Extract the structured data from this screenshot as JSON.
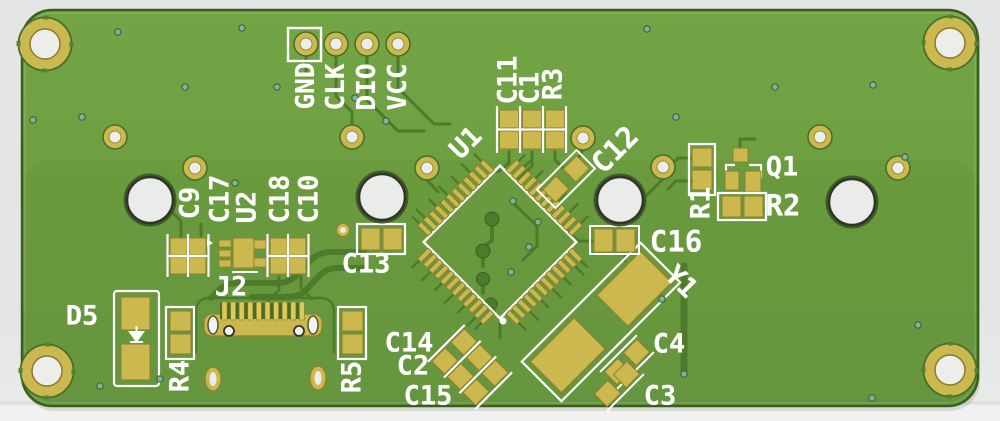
{
  "view": {
    "description": "3D render of a bare PCB, top view",
    "background_color": "#e4e6e5"
  },
  "board": {
    "solder_mask_color": "#6d9e40",
    "edge_color": "#46702a",
    "trace_color": "#4d7b2c",
    "pad_color": "#cbb84e",
    "silkscreen_color": "#ffffff",
    "via_color": "#7db39f",
    "drill_color": "#ebeceb",
    "mounting_hole_count": 4,
    "large_drill_hole_count": 4
  },
  "silkscreen": {
    "header_pins": [
      "GND",
      "CLK",
      "DIO",
      "VCC"
    ],
    "refdes": {
      "u1": "U1",
      "u2": "U2",
      "j2": "J2",
      "d5": "D5",
      "q1": "Q1",
      "y1": "Y1",
      "r1": "R1",
      "r2": "R2",
      "r3": "R3",
      "r4": "R4",
      "r5": "R5",
      "c1": "C1",
      "c2": "C2",
      "c3": "C3",
      "c4": "C4",
      "c9": "C9",
      "c10": "C10",
      "c11": "C11",
      "c12": "C12",
      "c13": "C13",
      "c14": "C14",
      "c15": "C15",
      "c16": "C16",
      "c17": "C17",
      "c18": "C18"
    }
  }
}
